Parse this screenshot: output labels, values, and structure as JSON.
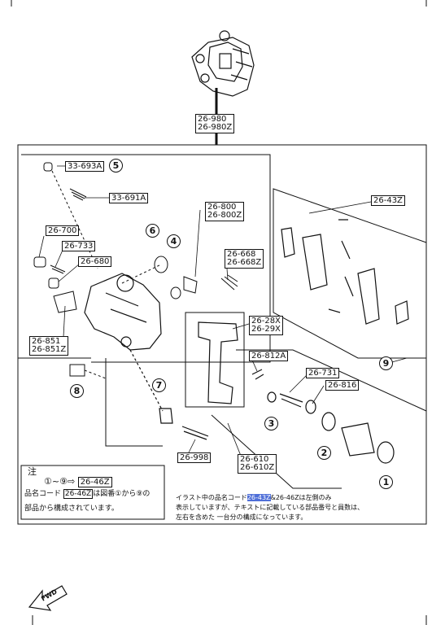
{
  "assembly": {
    "code1": "26-980",
    "code2": "26-980Z"
  },
  "labels": {
    "p33693a": "33-693A",
    "p33691a": "33-691A",
    "p26700": "26-700",
    "p26733": "26-733",
    "p26680": "26-680",
    "p26851": "26-851",
    "p26851z": "26-851Z",
    "p26800": "26-800",
    "p26800z": "26-800Z",
    "p26668": "26-668",
    "p26668z": "26-668Z",
    "p2643z": "26-43Z",
    "p2628x": "26-28X",
    "p2629x": "26-29X",
    "p26812a": "26-812A",
    "p26731": "26-731",
    "p26816": "26-816",
    "p26998": "26-998",
    "p26610": "26-610",
    "p26610z": "26-610Z"
  },
  "circles": {
    "c1": "1",
    "c2": "2",
    "c3": "3",
    "c4": "4",
    "c5": "5",
    "c6": "6",
    "c7": "7",
    "c8": "8",
    "c9": "9"
  },
  "legend": {
    "heading": "注",
    "range_from": "①",
    "range_sep": "~",
    "range_to": "⑨",
    "arrow": "⇨",
    "code": "26-46Z",
    "line2_prefix": "品名コード",
    "line2_code": "26-46Z",
    "line2_mid": "は図番",
    "line2_from": "①",
    "line2_kara": "から",
    "line2_to": "⑨",
    "line2_suffix": "の",
    "line3": "部品から構成されています。"
  },
  "note": {
    "pre": "イラスト中の品名コード",
    "highlight": "26-43Z",
    "post": "&26-46Zは左側のみ",
    "line2": "表示していますが、テキストに記載している部品番号と員数は、",
    "line3": "左右を含めた 一台分の構成になっています。"
  },
  "fwd": "FWD"
}
